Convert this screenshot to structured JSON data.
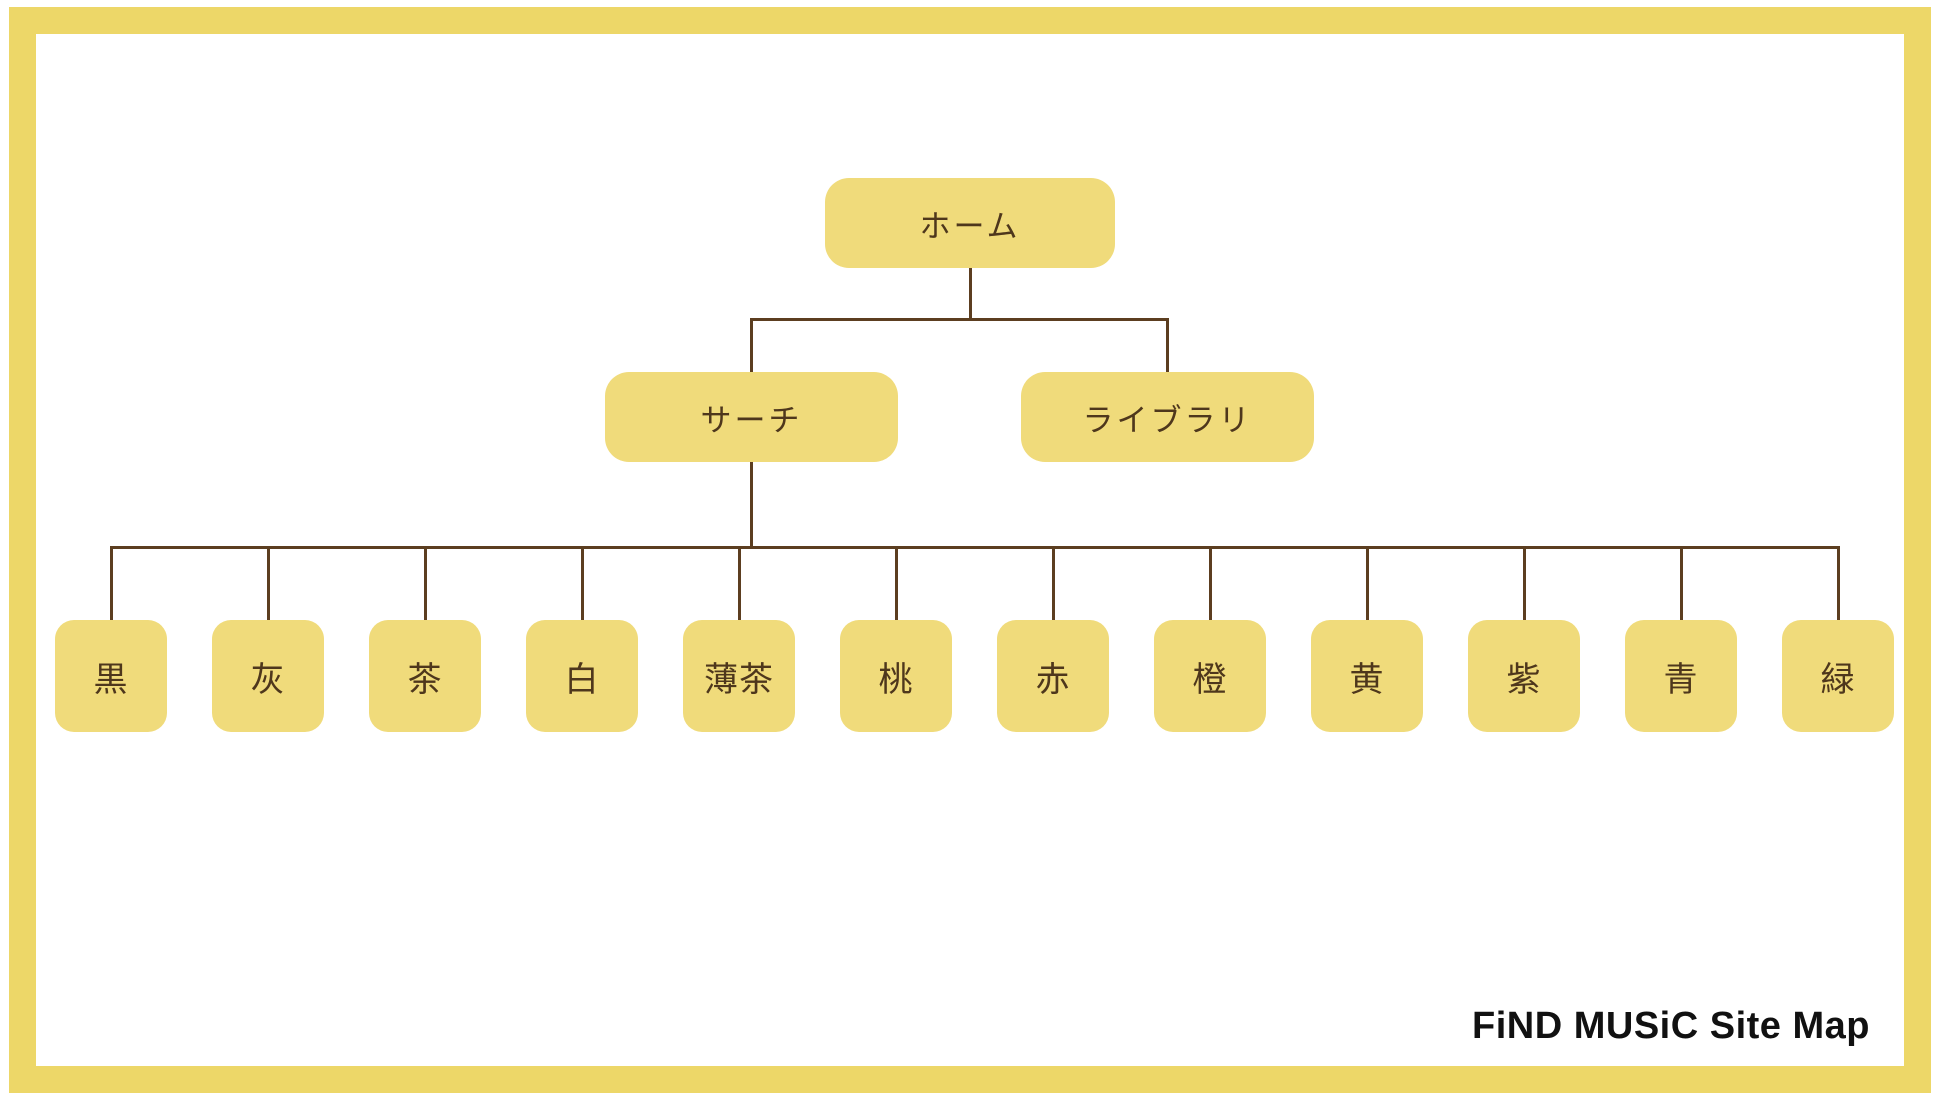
{
  "page": {
    "footer_label": "FiND MUSiC Site Map"
  },
  "colors": {
    "frame": "#EDD768",
    "node_fill": "#F0DB7B",
    "connector": "#5C3E20",
    "node_text": "#4E371C",
    "footer_text": "#111111",
    "background": "#FFFFFF"
  },
  "tree": {
    "root": {
      "label": "ホーム"
    },
    "level2": [
      {
        "label": "サーチ"
      },
      {
        "label": "ライブラリ"
      }
    ],
    "leaves": [
      {
        "label": "黒"
      },
      {
        "label": "灰"
      },
      {
        "label": "茶"
      },
      {
        "label": "白"
      },
      {
        "label": "薄茶"
      },
      {
        "label": "桃"
      },
      {
        "label": "赤"
      },
      {
        "label": "橙"
      },
      {
        "label": "黄"
      },
      {
        "label": "紫"
      },
      {
        "label": "青"
      },
      {
        "label": "緑"
      }
    ]
  }
}
